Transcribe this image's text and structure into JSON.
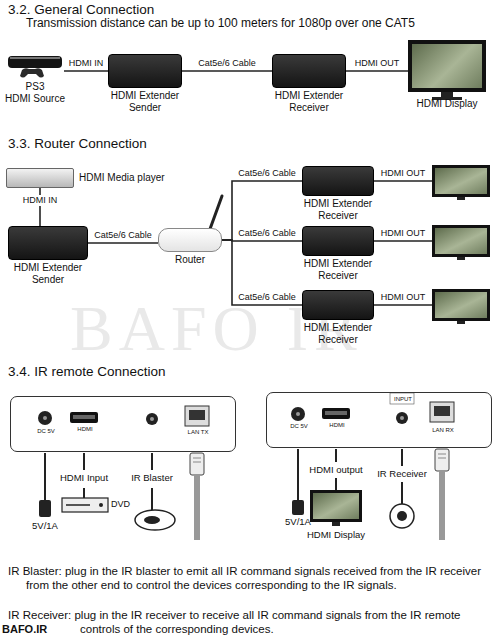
{
  "diagram": {
    "nodes": [
      {
        "text": [
          "PS3",
          "HDMI Source"
        ]
      },
      {
        "text": [
          "HDMI Extender Sender"
        ]
      },
      {
        "text": [
          "HDMI Extender Receiver"
        ]
      },
      {
        "text": [
          "HDMI Display"
        ]
      },
      {
        "text": [
          "HDMI Media player"
        ]
      },
      {
        "text": [
          "HDMI Extender Sender"
        ]
      },
      {
        "text": [
          "Router"
        ]
      },
      {
        "text": [
          "HDMI Extender Receiver"
        ]
      },
      {
        "text": [
          "HDMI Extender Receiver"
        ]
      },
      {
        "text": [
          "HDMI Extender Receiver"
        ]
      },
      {
        "text": [
          "DC 5V",
          "HDMI",
          "LAN TX"
        ]
      },
      {
        "text": [
          "DC 5V",
          "HDMI",
          "INPUT",
          "LAN RX"
        ]
      }
    ],
    "edges": [
      {
        "from": 0,
        "to": 1,
        "label": "HDMI IN",
        "arrow": "none"
      },
      {
        "from": 1,
        "to": 2,
        "label": "Cat5e/6 Cable",
        "arrow": "none"
      },
      {
        "from": 2,
        "to": 3,
        "label": "HDMI OUT",
        "arrow": "none"
      },
      {
        "from": 4,
        "to": 5,
        "label": "HDMI IN",
        "arrow": "none"
      },
      {
        "from": 5,
        "to": 6,
        "label": "Cat5e/6 Cable",
        "arrow": "none"
      },
      {
        "from": 6,
        "to": 7,
        "label": "Cat5e/6 Cable",
        "arrow": "none"
      },
      {
        "from": 6,
        "to": 8,
        "label": "Cat5e/6 Cable",
        "arrow": "none"
      },
      {
        "from": 6,
        "to": 9,
        "label": "Cat5e/6 Cable",
        "arrow": "none"
      }
    ],
    "labels": [
      "3.2. General Connection",
      "Transmission distance can be up to 100 meters for 1080p over one CAT5",
      "3.3. Router Connection",
      "HDMI OUT",
      "HDMI OUT",
      "HDMI OUT",
      "BAFO IR",
      "3.4. IR remote Connection",
      "HDMI Input",
      "DVD",
      "IR Blaster",
      "5V/1A",
      "HDMI output",
      "HDMI Display",
      "IR Receiver",
      "5V/1A",
      "IR Blaster: plug in the IR blaster to emit all IR command signals received from the IR receiver from the other end to control the devices corresponding to the IR signals.",
      "IR Receiver: plug in the IR receiver to receive all IR command signals from the IR remote controls of the corresponding devices.",
      "BAFO.IR"
    ]
  }
}
